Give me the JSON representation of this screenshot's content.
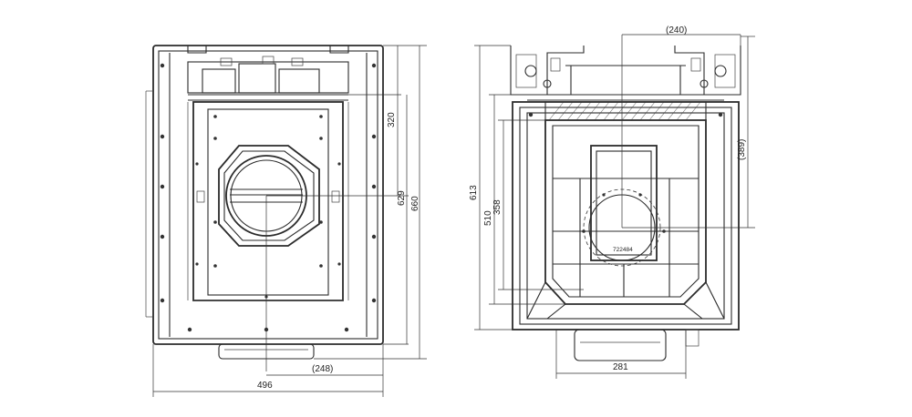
{
  "front_view": {
    "dim_320": "320",
    "dim_629": "629",
    "dim_660": "660",
    "dim_248": "(248)",
    "dim_496": "496"
  },
  "side_view": {
    "dim_240": "(240)",
    "dim_389": "(389)",
    "dim_613": "613",
    "dim_510": "510",
    "dim_358": "358",
    "dim_281": "281",
    "part_number": "722484"
  }
}
